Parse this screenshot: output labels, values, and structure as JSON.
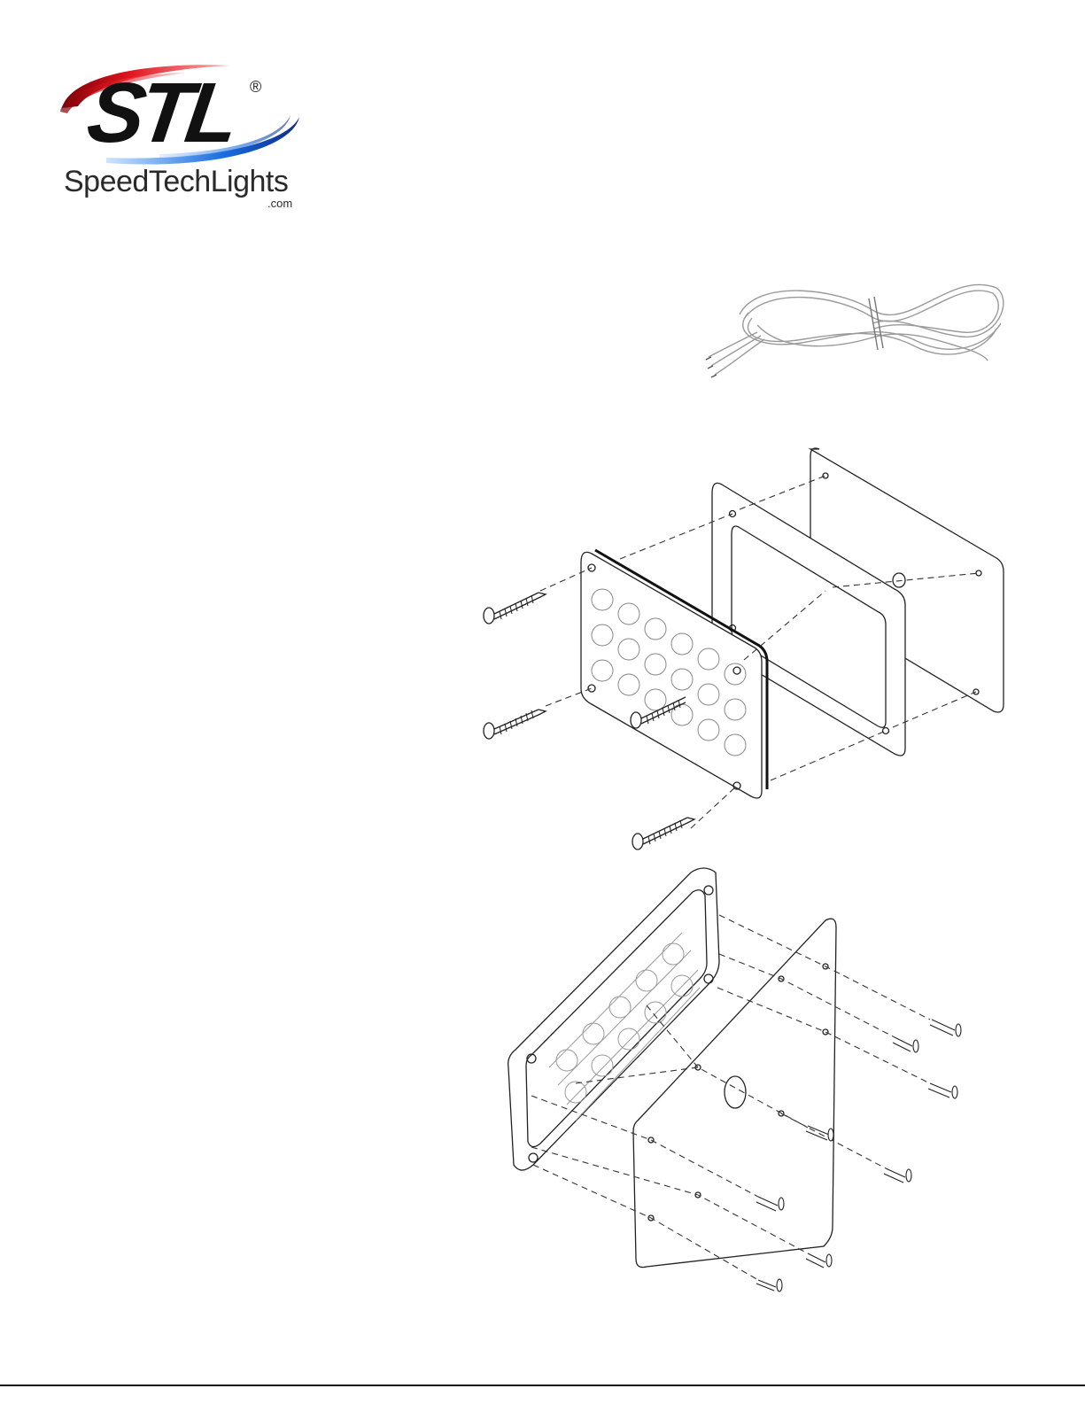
{
  "logo": {
    "mark": "STL",
    "registered": "®",
    "brand_name": "SpeedTechLights",
    "domain_suffix": ".com",
    "swoosh_red": "#e0141e",
    "swoosh_blue": "#1a6fe0"
  },
  "illustrations": {
    "cable_icon": "coiled-cable-icon",
    "front_assembly": "front-lens-gasket-bracket-exploded-diagram",
    "rear_assembly": "housing-backplate-screws-exploded-diagram"
  },
  "colors": {
    "line": "#222222",
    "dash": "#333333",
    "footer_rule": "#111111"
  }
}
